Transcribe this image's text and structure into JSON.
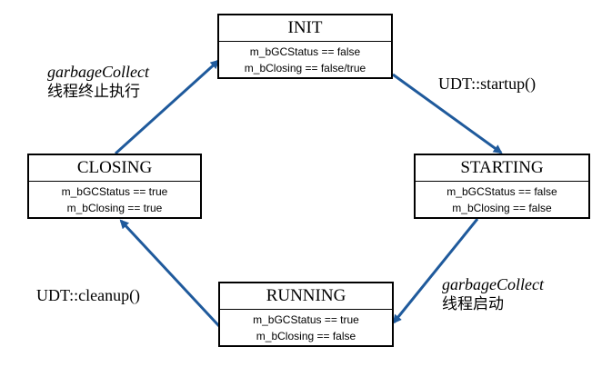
{
  "states": {
    "init": {
      "title": "INIT",
      "line1": "m_bGCStatus == false",
      "line2": "m_bClosing == false/true"
    },
    "starting": {
      "title": "STARTING",
      "line1": "m_bGCStatus == false",
      "line2": "m_bClosing == false"
    },
    "running": {
      "title": "RUNNING",
      "line1": "m_bGCStatus == true",
      "line2": "m_bClosing == false"
    },
    "closing": {
      "title": "CLOSING",
      "line1": "m_bGCStatus == true",
      "line2": "m_bClosing == true"
    }
  },
  "transitions": {
    "init_to_starting": {
      "label": "UDT::startup()"
    },
    "starting_to_running": {
      "label1": "garbageCollect",
      "label2": "线程启动"
    },
    "running_to_closing": {
      "label": "UDT::cleanup()"
    },
    "closing_to_init": {
      "label1": "garbageCollect",
      "label2": "线程终止执行"
    }
  },
  "colors": {
    "arrow": "#1f5a9c",
    "border": "#000000"
  }
}
